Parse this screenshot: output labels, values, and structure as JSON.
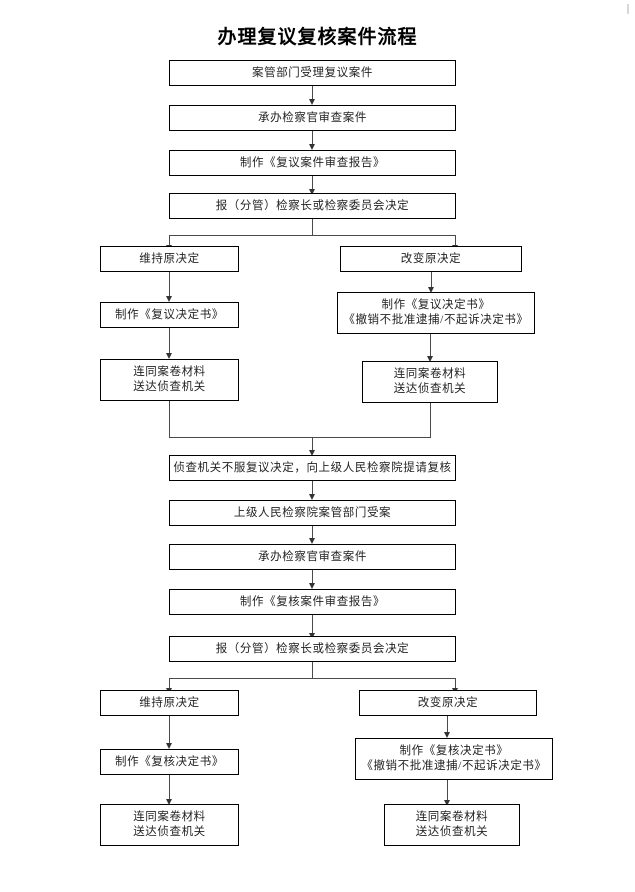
{
  "document": {
    "title": "办理复议复核案件流程",
    "language": "zh-CN",
    "type": "flowchart"
  },
  "chart_data": {
    "type": "diagram",
    "title": "办理复议复核案件流程",
    "orientation": "top-to-bottom",
    "nodes": [
      {
        "id": "n1",
        "label": "案管部门受理复议案件",
        "lane": "main",
        "stage": "复议"
      },
      {
        "id": "n2",
        "label": "承办检察官审查案件",
        "lane": "main",
        "stage": "复议"
      },
      {
        "id": "n3",
        "label": "制作《复议案件审查报告》",
        "lane": "main",
        "stage": "复议"
      },
      {
        "id": "n4",
        "label": "报（分管）检察长或检察委员会决定",
        "lane": "main",
        "stage": "复议"
      },
      {
        "id": "n5",
        "label": "维持原决定",
        "lane": "left",
        "stage": "复议"
      },
      {
        "id": "n6",
        "label": "改变原决定",
        "lane": "right",
        "stage": "复议"
      },
      {
        "id": "n7",
        "label": "制作《复议决定书》",
        "lane": "left",
        "stage": "复议"
      },
      {
        "id": "n8",
        "line1": "制作《复议决定书》",
        "line2": "《撤销不批准逮捕/不起诉决定书》",
        "lane": "right",
        "stage": "复议"
      },
      {
        "id": "n9",
        "line1": "连同案卷材料",
        "line2": "送达侦查机关",
        "lane": "left",
        "stage": "复议"
      },
      {
        "id": "n10",
        "line1": "连同案卷材料",
        "line2": "送达侦查机关",
        "lane": "right",
        "stage": "复议"
      },
      {
        "id": "n11",
        "label": "侦查机关不服复议决定，向上级人民检察院提请复核",
        "lane": "main",
        "stage": "复核"
      },
      {
        "id": "n12",
        "label": "上级人民检察院案管部门受案",
        "lane": "main",
        "stage": "复核"
      },
      {
        "id": "n13",
        "label": "承办检察官审查案件",
        "lane": "main",
        "stage": "复核"
      },
      {
        "id": "n14",
        "label": "制作《复核案件审查报告》",
        "lane": "main",
        "stage": "复核"
      },
      {
        "id": "n15",
        "label": "报（分管）检察长或检察委员会决定",
        "lane": "main",
        "stage": "复核"
      },
      {
        "id": "n16",
        "label": "维持原决定",
        "lane": "left",
        "stage": "复核"
      },
      {
        "id": "n17",
        "label": "改变原决定",
        "lane": "right",
        "stage": "复核"
      },
      {
        "id": "n18",
        "label": "制作《复核决定书》",
        "lane": "left",
        "stage": "复核"
      },
      {
        "id": "n19",
        "line1": "制作《复核决定书》",
        "line2": "《撤销不批准逮捕/不起诉决定书》",
        "lane": "right",
        "stage": "复核"
      },
      {
        "id": "n20",
        "line1": "连同案卷材料",
        "line2": "送达侦查机关",
        "lane": "left",
        "stage": "复核"
      },
      {
        "id": "n21",
        "line1": "连同案卷材料",
        "line2": "送达侦查机关",
        "lane": "right",
        "stage": "复核"
      }
    ],
    "edges": [
      {
        "from": "n1",
        "to": "n2",
        "kind": "arrow"
      },
      {
        "from": "n2",
        "to": "n3",
        "kind": "arrow"
      },
      {
        "from": "n3",
        "to": "n4",
        "kind": "arrow"
      },
      {
        "from": "n4",
        "to": "n5",
        "kind": "branch-left"
      },
      {
        "from": "n4",
        "to": "n6",
        "kind": "branch-right"
      },
      {
        "from": "n5",
        "to": "n7",
        "kind": "arrow"
      },
      {
        "from": "n6",
        "to": "n8",
        "kind": "arrow"
      },
      {
        "from": "n7",
        "to": "n9",
        "kind": "arrow"
      },
      {
        "from": "n8",
        "to": "n10",
        "kind": "arrow"
      },
      {
        "from": "n9",
        "to": "n11",
        "kind": "merge"
      },
      {
        "from": "n10",
        "to": "n11",
        "kind": "merge"
      },
      {
        "from": "n11",
        "to": "n12",
        "kind": "arrow"
      },
      {
        "from": "n12",
        "to": "n13",
        "kind": "arrow"
      },
      {
        "from": "n13",
        "to": "n14",
        "kind": "arrow"
      },
      {
        "from": "n14",
        "to": "n15",
        "kind": "arrow"
      },
      {
        "from": "n15",
        "to": "n16",
        "kind": "branch-left"
      },
      {
        "from": "n15",
        "to": "n17",
        "kind": "branch-right"
      },
      {
        "from": "n16",
        "to": "n18",
        "kind": "arrow"
      },
      {
        "from": "n17",
        "to": "n19",
        "kind": "arrow"
      },
      {
        "from": "n18",
        "to": "n20",
        "kind": "arrow"
      },
      {
        "from": "n19",
        "to": "n21",
        "kind": "arrow"
      }
    ],
    "colors": {
      "background": "#ffffff",
      "box_border": "#000000",
      "box_fill": "#ffffff",
      "text": "#242424",
      "connector": "#4a4a4a"
    }
  }
}
